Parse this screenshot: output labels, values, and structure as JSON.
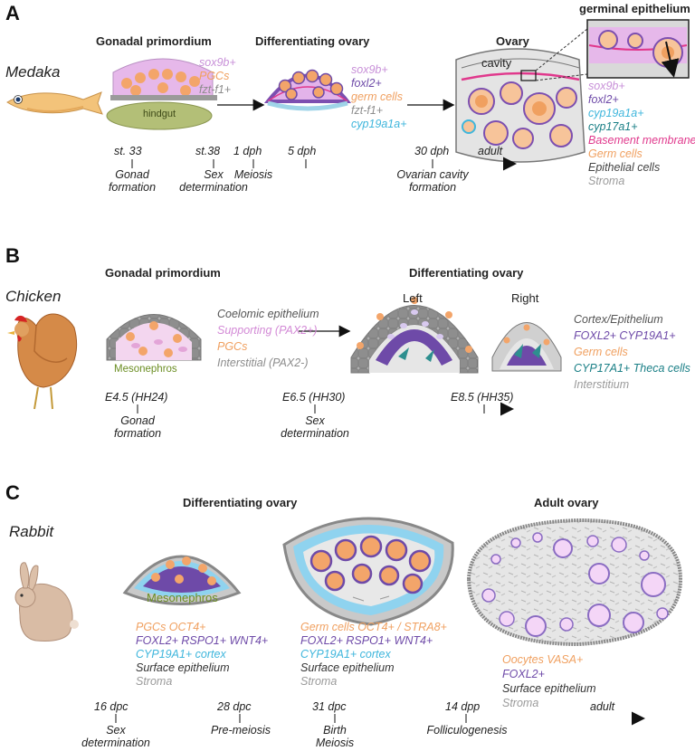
{
  "colors": {
    "sox9": "#c890d8",
    "pgc": "#f0a060",
    "fzt": "#8c8c8c",
    "foxl2": "#6e4aa8",
    "cyp19": "#3fb6dc",
    "cyp17": "#1a7f86",
    "basement": "#e0388c",
    "germ": "#f0a060",
    "epith": "#444444",
    "stroma": "#9a9a9a",
    "hindgut": "#7a8a3c",
    "meso": "#6b8e23"
  },
  "panelA": {
    "letter": "A",
    "species": "Medaka",
    "stage1": "Gonadal primordium",
    "stage2": "Differentiating ovary",
    "stage3": "Ovary",
    "inset_title": "germinal epithelium",
    "cavity": "cavity",
    "hindgut": "hindgut",
    "primordium_markers": [
      "sox9b+",
      "PGCs",
      "fzt-f1+"
    ],
    "diff_markers": [
      "sox9b+",
      "foxl2+",
      "germ cells",
      "fzt-f1+",
      "cyp19a1a+"
    ],
    "ovary_legend": [
      "sox9b+",
      "foxl2+",
      "cyp19a1a+",
      "cyp17a1+",
      "Basement membrane",
      "Germ cells",
      "Epithelial cells",
      "Stroma"
    ],
    "ticks": [
      "st. 33",
      "st.38",
      "1 dph",
      "5 dph",
      "30 dph",
      "adult"
    ],
    "events": [
      "Gonad\nformation",
      "Sex\ndetermination",
      "Meiosis",
      "Ovarian cavity\nformation"
    ]
  },
  "panelB": {
    "letter": "B",
    "species": "Chicken",
    "stage1": "Gonadal primordium",
    "stage2": "Differentiating ovary",
    "left": "Left",
    "right": "Right",
    "mesonephros": "Mesonephros",
    "primordium_legend": [
      "Coelomic epithelium",
      "Supporting (PAX2+)",
      "PGCs",
      "Interstitial (PAX2-)"
    ],
    "ovary_legend": [
      "Cortex/Epithelium",
      "FOXL2+ CYP19A1+",
      "Germ cells",
      "CYP17A1+ Theca cells",
      "Interstitium"
    ],
    "ticks": [
      "E4.5 (HH24)",
      "E6.5 (HH30)",
      "E8.5 (HH35)"
    ],
    "events": [
      "Gonad\nformation",
      "Sex\ndetermination"
    ]
  },
  "panelC": {
    "letter": "C",
    "species": "Rabbit",
    "stage1": "Differentiating ovary",
    "stage2": "Adult ovary",
    "mesonephros": "Mesonephros",
    "diff1_legend": [
      "PGCs OCT4+",
      "FOXL2+ RSPO1+ WNT4+",
      "CYP19A1+ cortex",
      "Surface epithelium",
      "Stroma"
    ],
    "diff2_legend": [
      "Germ cells OCT4+ / STRA8+",
      "FOXL2+ RSPO1+ WNT4+",
      "CYP19A1+ cortex",
      "Surface epithelium",
      "Stroma"
    ],
    "adult_legend": [
      "Oocytes VASA+",
      "FOXL2+",
      "Surface epithelium",
      "Stroma"
    ],
    "ticks": [
      "16 dpc",
      "28 dpc",
      "31 dpc",
      "14 dpp",
      "adult"
    ],
    "events": [
      "Sex\ndetermination",
      "Pre-meiosis",
      "Birth\nMeiosis",
      "Folliculogenesis"
    ]
  }
}
